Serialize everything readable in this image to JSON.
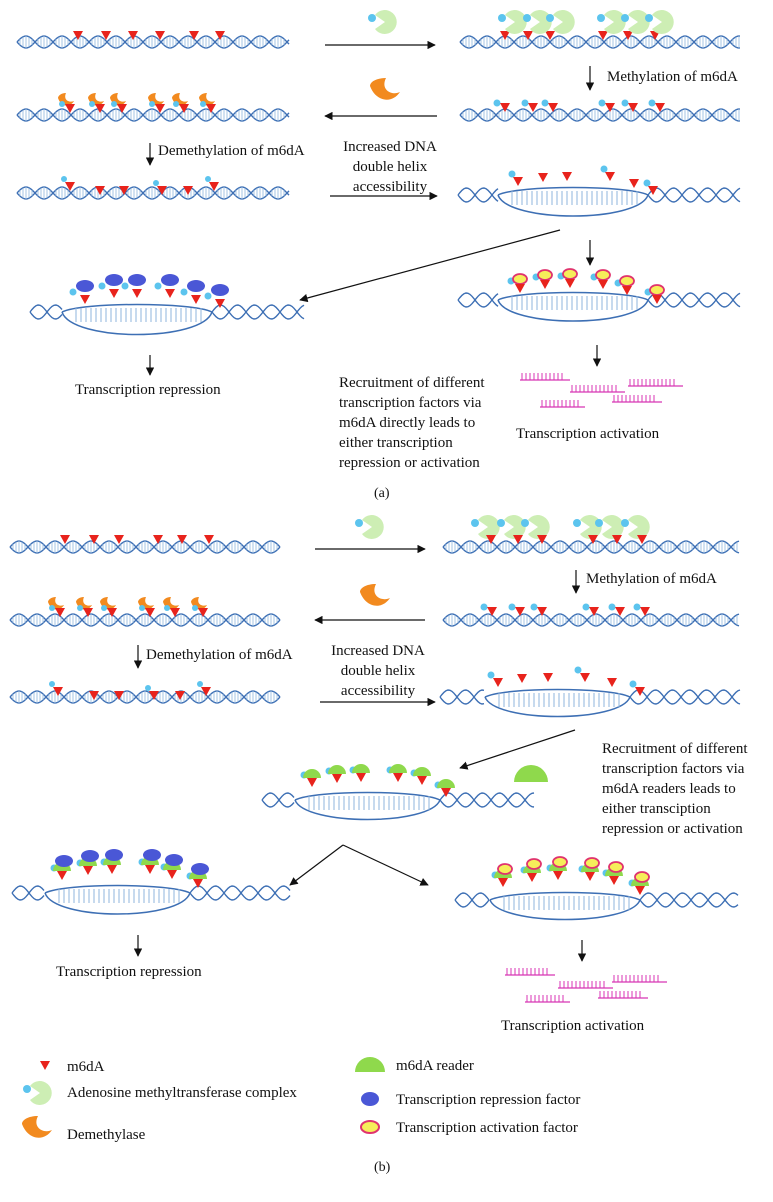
{
  "panel_a": {
    "label": "(a)",
    "methylation": "Methylation of m6dA",
    "demethylation": "Demethylation of m6dA",
    "accessibility": [
      "Increased DNA",
      "double helix",
      "accessibility"
    ],
    "repression": "Transcription repression",
    "activation": "Transcription activation",
    "recruitment": [
      "Recruitment of different",
      "transcription factors via",
      "m6dA directly leads to",
      "either transcription",
      "repression or activation"
    ]
  },
  "panel_b": {
    "label": "(b)",
    "methylation": "Methylation of m6dA",
    "demethylation": "Demethylation of m6dA",
    "accessibility": [
      "Increased DNA",
      "double helix",
      "accessibility"
    ],
    "recruitment": [
      "Recruitment of different",
      "transcription factors via",
      "m6dA readers leads to",
      "either transciption",
      "repression or activation"
    ],
    "repression": "Transcription repression",
    "activation": "Transcription activation"
  },
  "legend": {
    "m6da": "m6dA",
    "mtase": "Adenosine methyltransferase complex",
    "demethylase": "Demethylase",
    "reader": "m6dA reader",
    "repressor": "Transcription repression factor",
    "activator": "Transcription activation factor"
  },
  "colors": {
    "dna": "#3d6fb4",
    "rung": "#8fb6dd",
    "m6da": "#e8231c",
    "mtase": "#cdeeb4",
    "mtase_dot": "#5cc4ee",
    "demethylase": "#f28a1f",
    "reader": "#8fd94c",
    "repressor": "#4a57d6",
    "activator_fill": "#f6ee5a",
    "activator_ring": "#e0336e",
    "rna": "#d836b4"
  }
}
